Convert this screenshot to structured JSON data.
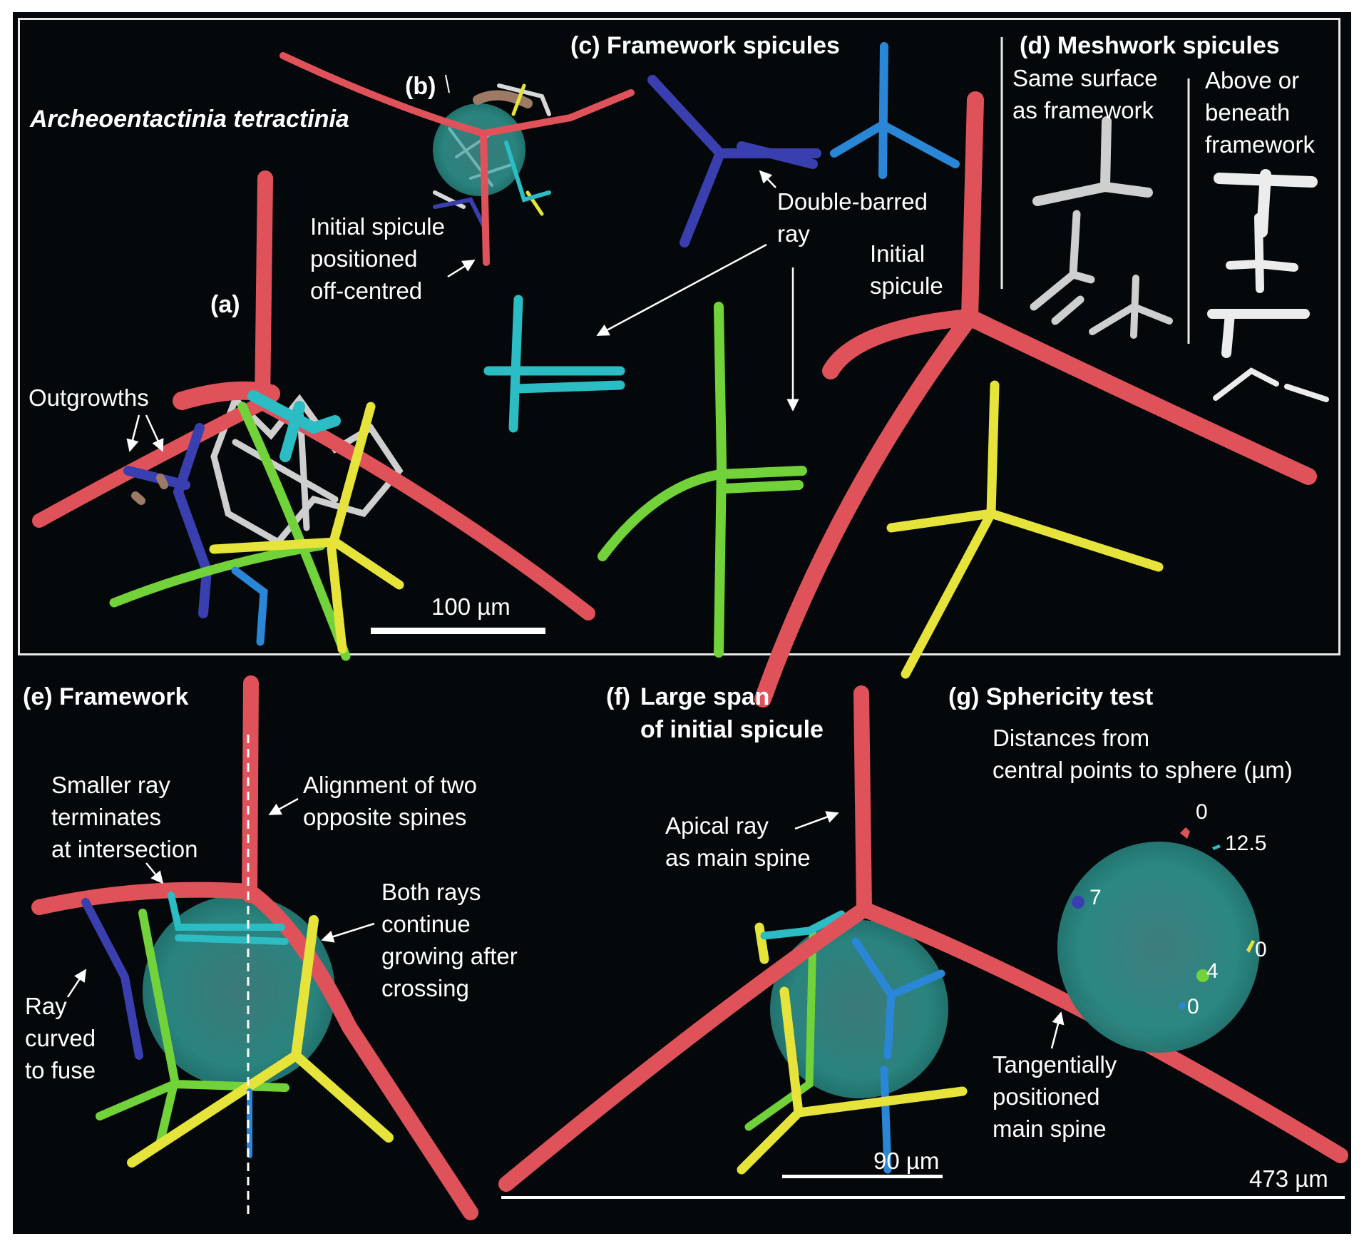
{
  "figure": {
    "species_title": "Archeoentactinia tetractinia",
    "colors": {
      "background": "#05080a",
      "frame": "#e8e8e8",
      "text": "#ffffff",
      "initial_spicule_red": "#e0525a",
      "framework_blue": "#3a3fb0",
      "framework_lightblue": "#2a86d6",
      "framework_cyan": "#2bbcc4",
      "framework_green": "#72d23a",
      "framework_yellow": "#e6e43a",
      "meshwork_grey": "#cfcfcf",
      "outgrowth_brown": "#9c7a66",
      "sphere_teal": "#2f8d86"
    },
    "panels": {
      "a": {
        "label": "(a)",
        "annotations": {
          "outgrowths": "Outgrowths"
        },
        "scale_bar": "100 µm"
      },
      "b": {
        "label": "(b)",
        "annotations": {
          "initial_spicule": [
            "Initial spicule",
            "positioned",
            "off-centred"
          ]
        }
      },
      "c": {
        "label": "(c)",
        "title": "Framework spicules",
        "annotations": {
          "double_barred": [
            "Double-barred",
            "ray"
          ],
          "initial_spicule": [
            "Initial",
            "spicule"
          ]
        }
      },
      "d": {
        "label": "(d)",
        "title": "Meshwork spicules",
        "columns": [
          [
            "Same surface",
            "as framework"
          ],
          [
            "Above or",
            "beneath",
            "framework"
          ]
        ]
      },
      "e": {
        "label": "(e)",
        "title": "Framework",
        "annotations": {
          "smaller_ray": [
            "Smaller ray",
            "terminates",
            "at intersection"
          ],
          "alignment": [
            "Alignment of two",
            "opposite spines"
          ],
          "both_rays": [
            "Both rays",
            "continue",
            "growing after",
            "crossing"
          ],
          "ray_curved": [
            "Ray",
            "curved",
            "to fuse"
          ]
        }
      },
      "f": {
        "label": "(f)",
        "title": [
          "Large span",
          "of initial spicule"
        ],
        "annotations": {
          "apical_ray": [
            "Apical ray",
            "as main spine"
          ],
          "tangential": [
            "Tangentially",
            "positioned",
            "main spine"
          ]
        },
        "scale_bar": "90 µm",
        "total_span": "473 µm"
      },
      "g": {
        "label": "(g)",
        "title": "Sphericity test",
        "subtitle": [
          "Distances from",
          "central points to sphere (µm)"
        ],
        "distances": [
          {
            "point": "top-red",
            "value": "0"
          },
          {
            "point": "upper-right-cyan",
            "value": "12.5"
          },
          {
            "point": "left-blue",
            "value": "7"
          },
          {
            "point": "right-yellow",
            "value": "0"
          },
          {
            "point": "lower-green",
            "value": "4"
          },
          {
            "point": "bottom-lightblue",
            "value": "0"
          }
        ]
      }
    }
  }
}
